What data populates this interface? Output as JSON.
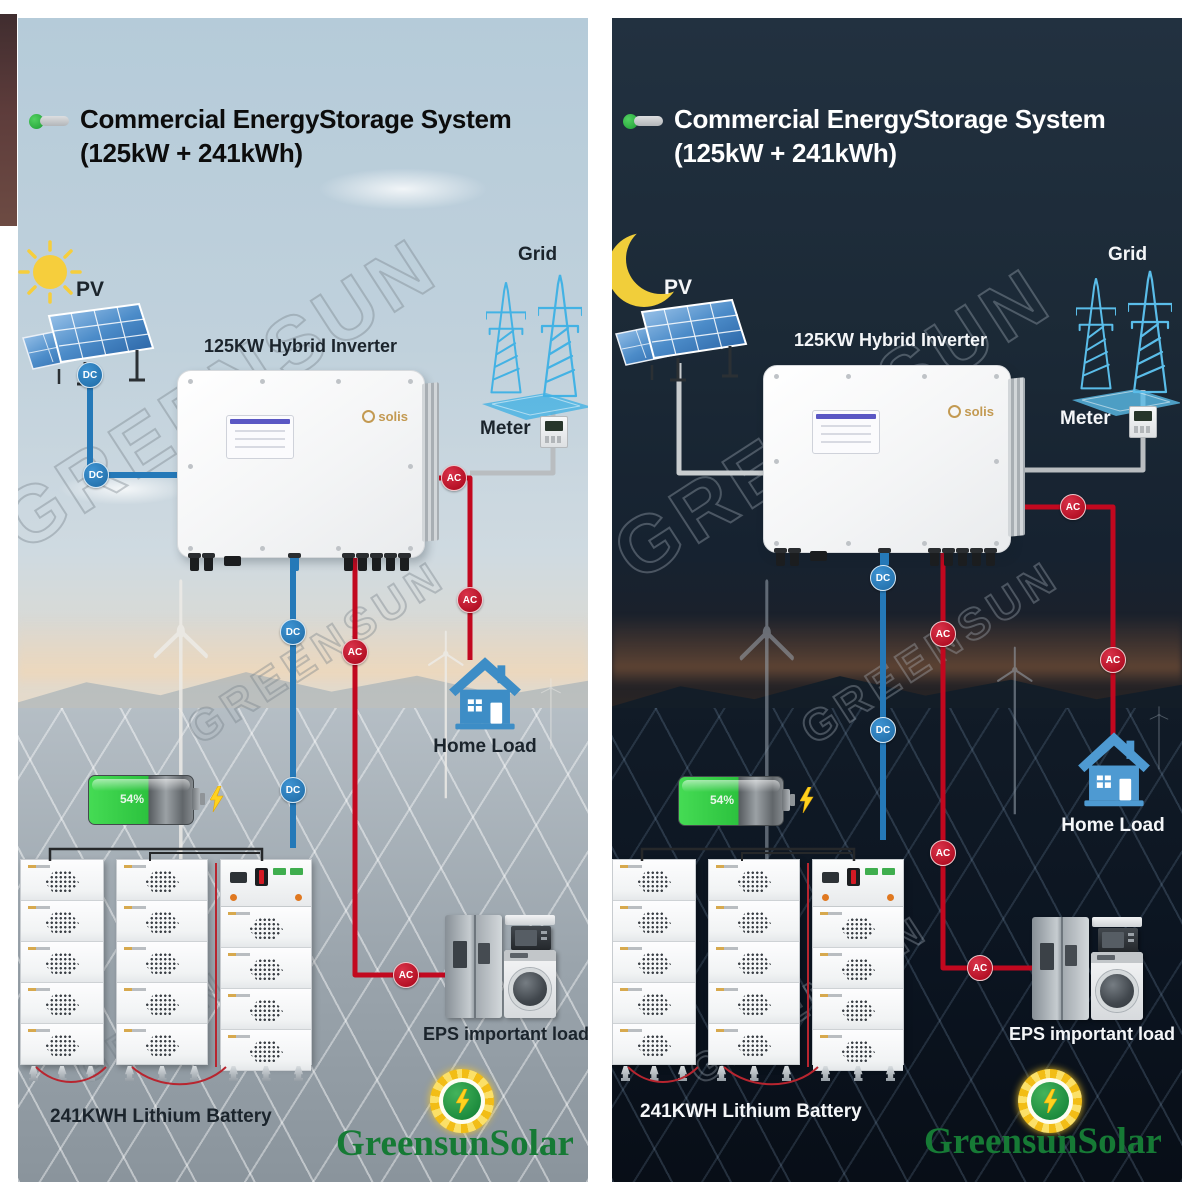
{
  "colors": {
    "dc_line": "#2579b8",
    "ac_line": "#c2081f",
    "meter_line": "#b9bdc0",
    "badge_dc_bg": "#2579b8",
    "badge_ac_bg": "#c2081f",
    "logo_green": "#167a35",
    "solis_gold": "#c39a52",
    "battery_green": "#35d341",
    "house_blue": "#3d8dc6",
    "grid_tower_blue": "#45b4e4"
  },
  "panels": [
    {
      "id": "day",
      "celestial": "sun",
      "title_line1": "Commercial EnergyStorage System",
      "title_line2": "(125kW + 241kWh)",
      "watermark": "GREENSUN",
      "labels": {
        "pv": "PV",
        "inverter": "125KW Hybrid Inverter",
        "grid": "Grid",
        "meter": "Meter",
        "home_load": "Home Load",
        "battery": "241KWH Lithium Battery",
        "eps": "EPS important load"
      },
      "badge_dc": "DC",
      "badge_ac": "AC",
      "battery_soc": "54%",
      "inverter_brand": "solis",
      "logo_text": "GreensunSolar"
    },
    {
      "id": "night",
      "celestial": "moon",
      "title_line1": "Commercial EnergyStorage System",
      "title_line2": "(125kW + 241kWh)",
      "watermark": "GREENSUN",
      "labels": {
        "pv": "PV",
        "inverter": "125KW Hybrid Inverter",
        "grid": "Grid",
        "meter": "Meter",
        "home_load": "Home Load",
        "battery": "241KWH Lithium Battery",
        "eps": "EPS important load"
      },
      "badge_dc": "DC",
      "badge_ac": "AC",
      "battery_soc": "54%",
      "inverter_brand": "solis",
      "logo_text": "GreensunSolar"
    }
  ]
}
